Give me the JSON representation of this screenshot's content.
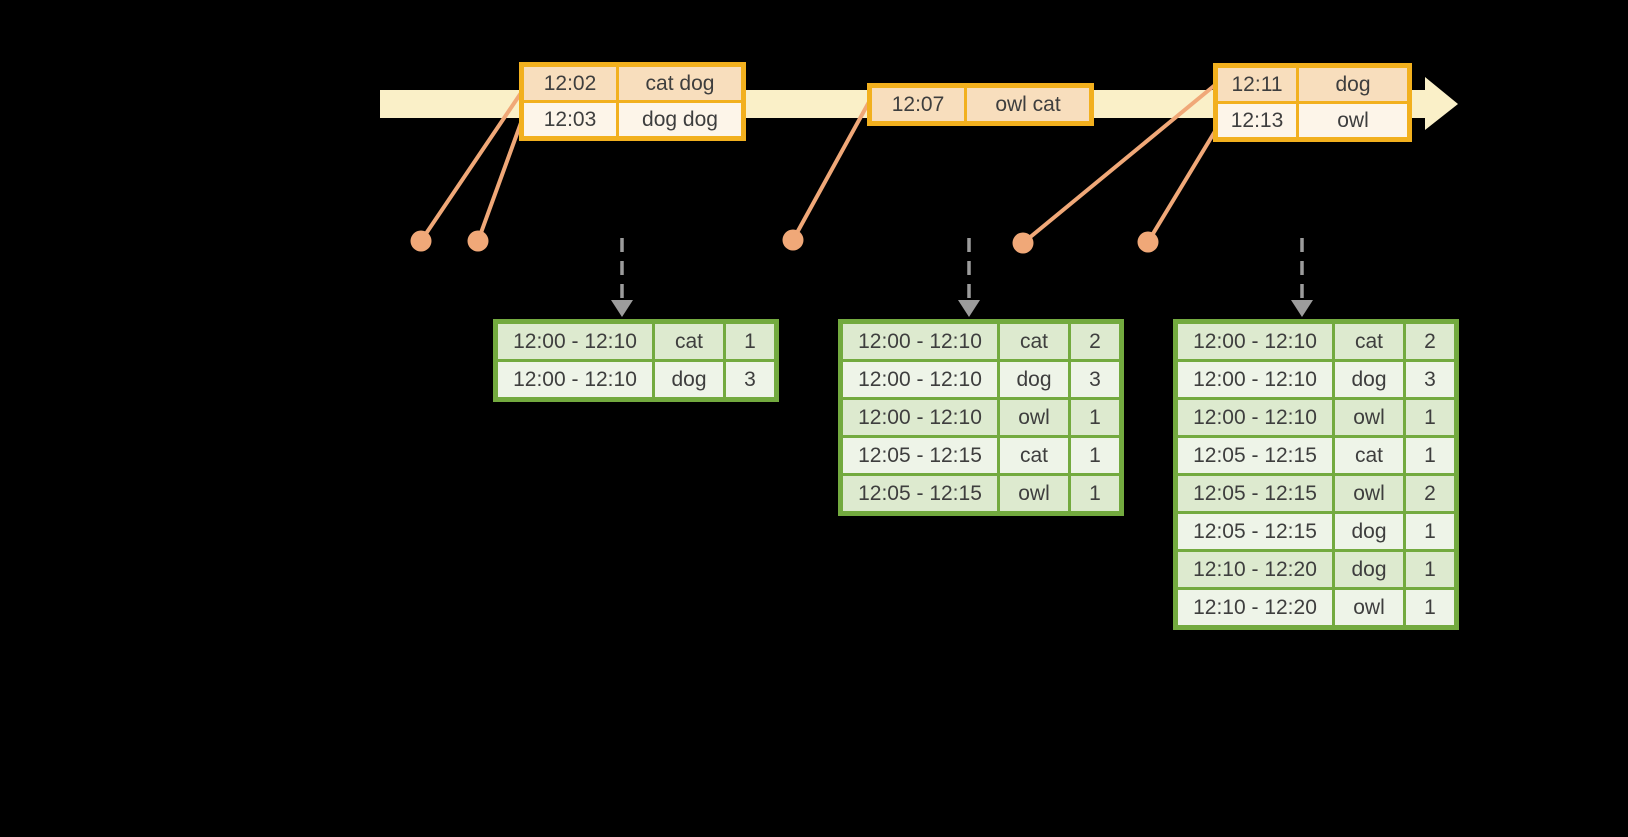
{
  "colors": {
    "background": "#000000",
    "timeline": "#faf0c8",
    "event_border": "#f2b01e",
    "event_row_dark": "#f8debd",
    "event_row_light": "#fdf5e9",
    "event_accent": "#f0a878",
    "result_border": "#73aa3f",
    "result_row_dark": "#ddeacf",
    "result_row_light": "#eef4e8",
    "trigger_gray": "#9c9c9c",
    "text": "#3e3e3e"
  },
  "event_tables": [
    {
      "rows": [
        {
          "time": "12:02",
          "words": "cat dog"
        },
        {
          "time": "12:03",
          "words": "dog dog"
        }
      ]
    },
    {
      "rows": [
        {
          "time": "12:07",
          "words": "owl cat"
        }
      ]
    },
    {
      "rows": [
        {
          "time": "12:11",
          "words": "dog"
        },
        {
          "time": "12:13",
          "words": "owl"
        }
      ]
    }
  ],
  "result_tables": [
    {
      "rows": [
        {
          "window": "12:00 - 12:10",
          "word": "cat",
          "count": "1"
        },
        {
          "window": "12:00 - 12:10",
          "word": "dog",
          "count": "3"
        }
      ]
    },
    {
      "rows": [
        {
          "window": "12:00 - 12:10",
          "word": "cat",
          "count": "2"
        },
        {
          "window": "12:00 - 12:10",
          "word": "dog",
          "count": "3"
        },
        {
          "window": "12:00 - 12:10",
          "word": "owl",
          "count": "1"
        },
        {
          "window": "12:05 - 12:15",
          "word": "cat",
          "count": "1"
        },
        {
          "window": "12:05 - 12:15",
          "word": "owl",
          "count": "1"
        }
      ]
    },
    {
      "rows": [
        {
          "window": "12:00 - 12:10",
          "word": "cat",
          "count": "2"
        },
        {
          "window": "12:00 - 12:10",
          "word": "dog",
          "count": "3"
        },
        {
          "window": "12:00 - 12:10",
          "word": "owl",
          "count": "1"
        },
        {
          "window": "12:05 - 12:15",
          "word": "cat",
          "count": "1"
        },
        {
          "window": "12:05 - 12:15",
          "word": "owl",
          "count": "2"
        },
        {
          "window": "12:05 - 12:15",
          "word": "dog",
          "count": "1"
        },
        {
          "window": "12:10 - 12:20",
          "word": "dog",
          "count": "1"
        },
        {
          "window": "12:10 - 12:20",
          "word": "owl",
          "count": "1"
        }
      ]
    }
  ]
}
